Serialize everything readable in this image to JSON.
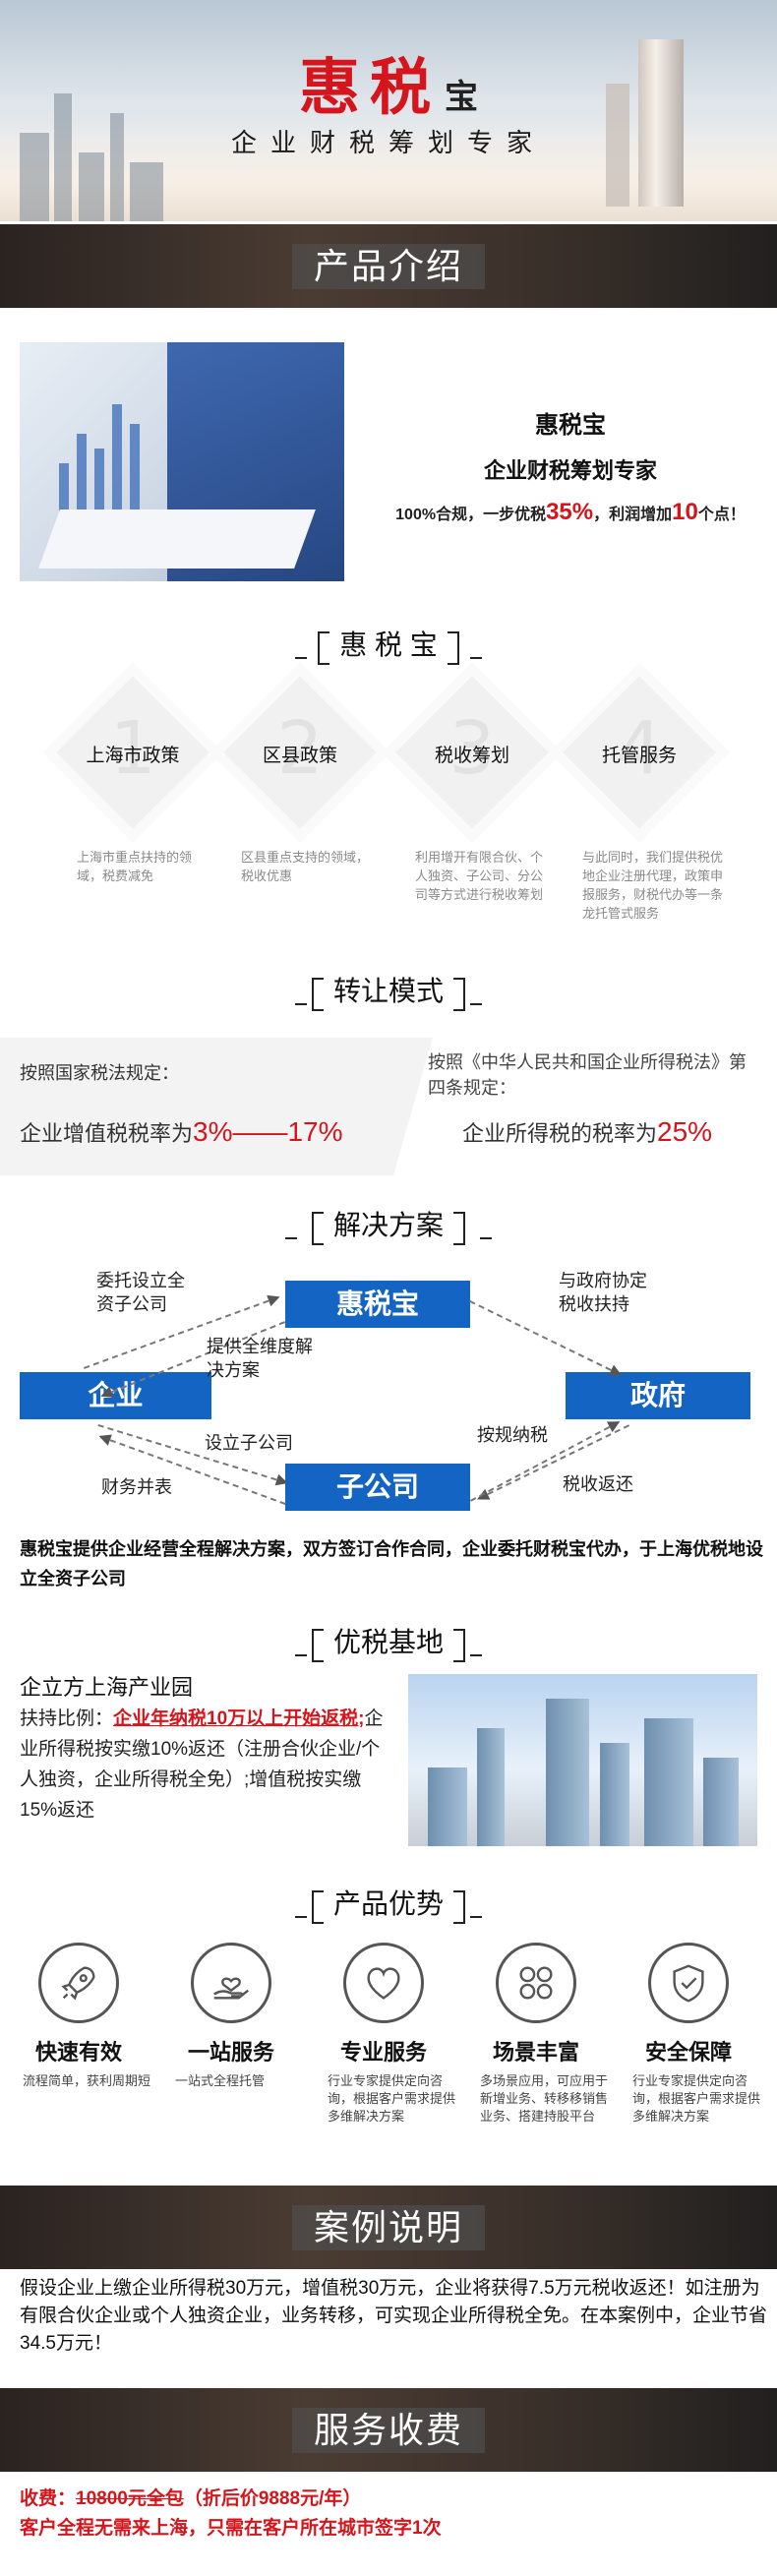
{
  "hero": {
    "brand": "惠税",
    "brand_suffix": "宝",
    "subtitle": "企业财税筹划专家"
  },
  "sections": {
    "product_intro": "产品介绍",
    "brand_heading": "惠 税 宝",
    "transfer_heading": "转让模式",
    "solution_heading": "解决方案",
    "base_heading": "优税基地",
    "advantage_heading": "产品优势",
    "case_heading": "案例说明",
    "fee_heading": "服务收费"
  },
  "intro": {
    "title": "惠税宝",
    "subtitle": "企业财税筹划专家",
    "desc_prefix": "100%合规，一步优税",
    "desc_pct": "35%",
    "desc_mid": "，利润增加",
    "desc_num": "10",
    "desc_suffix": "个点！"
  },
  "policies": [
    {
      "num": "1",
      "label": "上海市政策",
      "desc": "上海市重点扶持的领域，税费减免"
    },
    {
      "num": "2",
      "label": "区县政策",
      "desc": "区县重点支持的领域，税收优惠"
    },
    {
      "num": "3",
      "label": "税收筹划",
      "desc": "利用增开有限合伙、个人独资、子公司、分公司等方式进行税收筹划"
    },
    {
      "num": "4",
      "label": "托管服务",
      "desc": "与此同时，我们提供税优地企业注册代理，政策申报服务，财税代办等一条龙托管式服务"
    }
  ],
  "transfer": {
    "left_rule": "按照国家税法规定：",
    "left_rate_label": "企业增值税税率为",
    "left_rate": "3%——17%",
    "right_rule": "按照《中华人民共和国企业所得税法》第四条规定：",
    "right_rate_label": "企业所得税的税率为",
    "right_rate": "25%"
  },
  "solution": {
    "node_huishuibao": "惠税宝",
    "node_enterprise": "企业",
    "node_government": "政府",
    "node_subsidiary": "子公司",
    "label_entrust": "委托设立全资子公司",
    "label_support": "提供全维度解决方案",
    "label_gov_coop": "与政府协定税收扶持",
    "label_setup_sub": "设立子公司",
    "label_consolidate": "财务并表",
    "label_pay_tax": "按规纳税",
    "label_refund": "税收返还",
    "summary": "惠税宝提供企业经营全程解决方案，双方签订合作合同，企业委托财税宝代办，于上海优税地设立全资子公司"
  },
  "base": {
    "title": "企立方上海产业园",
    "ratio_label": "扶持比例：",
    "ratio_highlight": "企业年纳税10万以上开始返税;",
    "ratio_body": "企业所得税按实缴10%返还（注册合伙企业/个人独资，企业所得税全免）;增值税按实缴15%返还"
  },
  "advantages": [
    {
      "icon": "rocket-icon",
      "name": "快速有效",
      "desc": "流程简单，获利周期短"
    },
    {
      "icon": "hand-heart-icon",
      "name": "一站服务",
      "desc": "一站式全程托管"
    },
    {
      "icon": "heart-icon",
      "name": "专业服务",
      "desc": "行业专家提供定向咨询，根据客户需求提供多维解决方案"
    },
    {
      "icon": "clover-icon",
      "name": "场景丰富",
      "desc": "多场景应用，可应用于新增业务、转移移销售业务、搭建持股平台"
    },
    {
      "icon": "shield-check-icon",
      "name": "安全保障",
      "desc": "行业专家提供定向咨询，根据客户需求提供多维解决方案"
    }
  ],
  "case": {
    "text": "假设企业上缴企业所得税30万元，增值税30万元，企业将获得7.5万元税收返还！如注册为有限合伙企业或个人独资企业，业务转移，可实现企业所得税全免。在本案例中，企业节省34.5万元！"
  },
  "fee": {
    "label": "收费：",
    "original": "10800元全包",
    "discount": "（折后价9888元/年）",
    "note": "客户全程无需来上海，只需在客户所在城市签字1次"
  },
  "colors": {
    "brand_red": "#d6141b",
    "node_blue": "#1464c3",
    "banner_dark": "#2f2824"
  }
}
